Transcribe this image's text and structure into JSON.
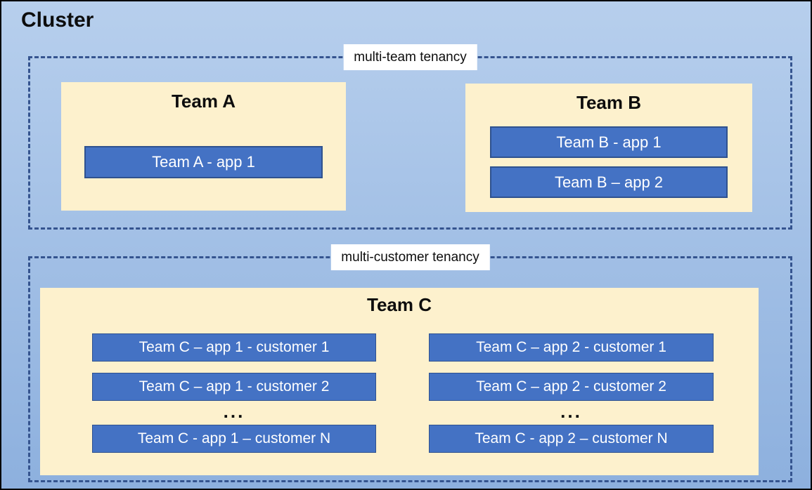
{
  "title": "Cluster",
  "colors": {
    "bg_top": "#b7cfed",
    "bg_bottom": "#8db0de",
    "panel": "#fdf1cd",
    "app_fill": "#4472c4",
    "app_border": "#2f528f",
    "dash": "#35548f",
    "text_dark": "#0d0d0d",
    "text_light": "#ffffff"
  },
  "multi_team": {
    "label": "multi-team tenancy",
    "team_a": {
      "title": "Team A",
      "app1": "Team A - app 1"
    },
    "team_b": {
      "title": "Team B",
      "app1": "Team B - app 1",
      "app2": "Team B – app 2"
    }
  },
  "multi_customer": {
    "label": "multi-customer tenancy",
    "team_c": {
      "title": "Team C",
      "col1": {
        "row1": "Team C – app 1 - customer 1",
        "row2": "Team C – app 1 - customer 2",
        "ellipsis": "...",
        "rowN": "Team C - app 1 – customer N"
      },
      "col2": {
        "row1": "Team C – app 2 - customer 1",
        "row2": "Team C – app 2 - customer 2",
        "ellipsis": "...",
        "rowN": "Team C - app 2 – customer N"
      }
    }
  }
}
